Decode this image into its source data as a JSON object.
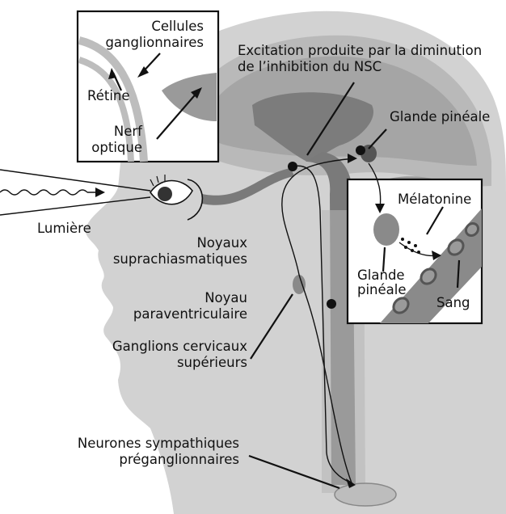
{
  "labels": {
    "cellules_line1": "Cellules",
    "cellules_line2": "ganglionnaires",
    "retine": "Rétine",
    "nerf_line1": "Nerf",
    "nerf_line2": "optique",
    "excitation_line1": "Excitation produite par la diminution",
    "excitation_line2": "de l’inhibition du NSC",
    "glande_pineale": "Glande pinéale",
    "lumiere": "Lumière",
    "melatonine": "Mélatonine",
    "glande_inset_line1": "Glande",
    "glande_inset_line2": "pinéale",
    "sang": "Sang",
    "noyaux_line1": "Noyaux",
    "noyaux_line2": "suprachiasmatiques",
    "noyau_para_line1": "Noyau",
    "noyau_para_line2": "paraventriculaire",
    "ganglions_line1": "Ganglions cervicaux",
    "ganglions_line2": "supérieurs",
    "neurones_line1": "Neurones sympathiques",
    "neurones_line2": "préganglionnaires"
  },
  "colors": {
    "head_fill": "#cfcfcf",
    "brain_outer": "#bdbdbd",
    "brain_inner": "#9a9a9a",
    "dark_structure": "#7a7a7a",
    "vessel": "#8a8a8a",
    "ink": "#111111"
  }
}
